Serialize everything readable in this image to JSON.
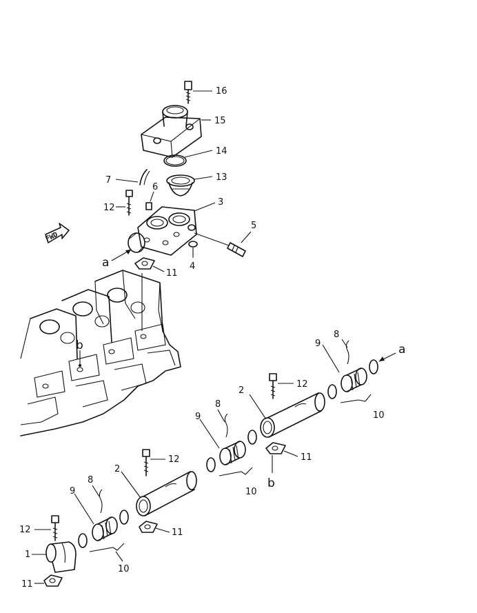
{
  "labels": {
    "p16": "16",
    "p15": "15",
    "p14": "14",
    "p13": "13",
    "p7": "7",
    "p6": "6",
    "p12a": "12",
    "p3": "3",
    "p5": "5",
    "p4": "4",
    "p11a": "11",
    "ref_a_left": "a",
    "fwd": "FWD",
    "ref_b_left": "b",
    "p9a": "9",
    "p8a": "8",
    "ref_a_right": "a",
    "p12b": "12",
    "p2a": "2",
    "p10a": "10",
    "p8b": "8",
    "p9b": "9",
    "p11b": "11",
    "p10b": "10",
    "ref_b_right": "b",
    "p12c": "12",
    "p2b": "2",
    "p8c": "8",
    "p9c": "9",
    "p11c": "11",
    "p12d": "12",
    "p1": "1",
    "p10c": "10",
    "p11d": "11"
  }
}
